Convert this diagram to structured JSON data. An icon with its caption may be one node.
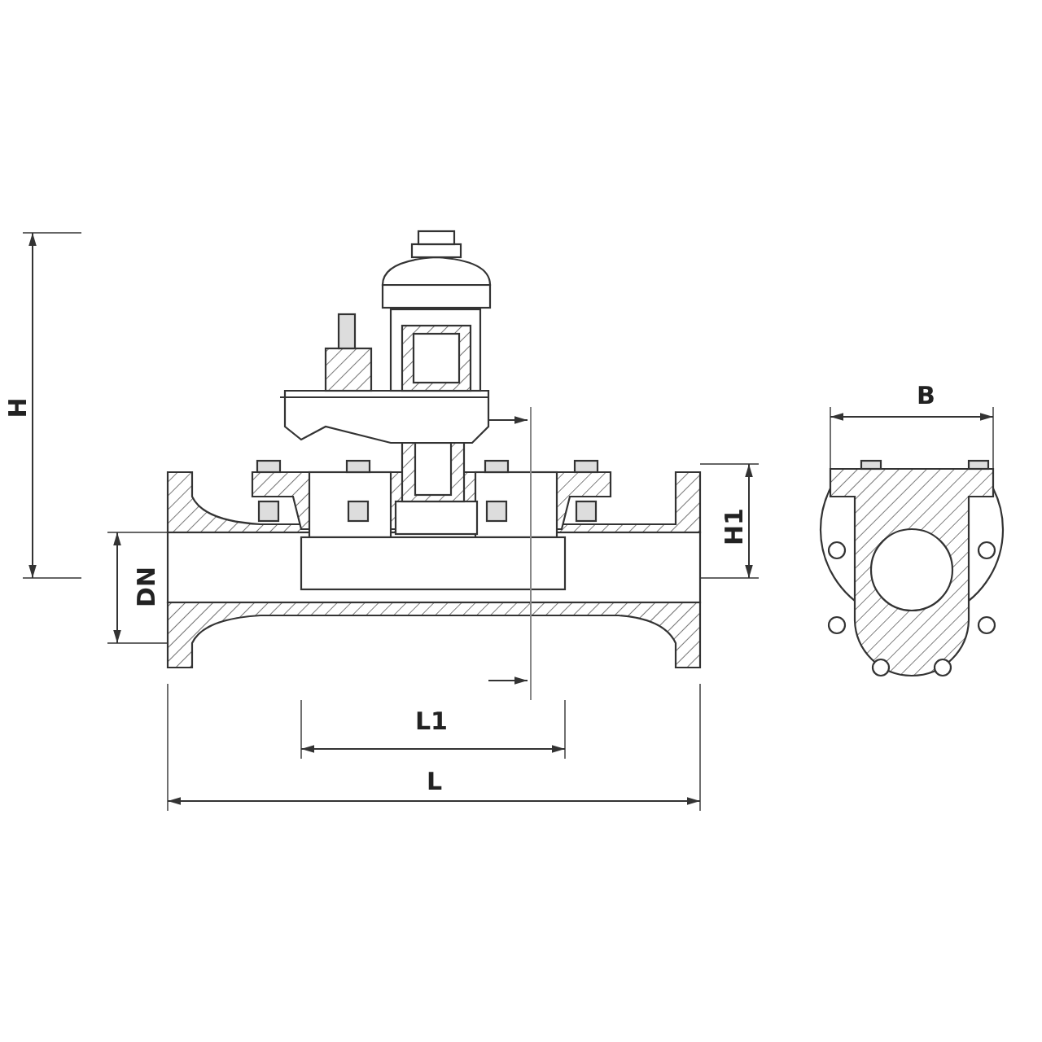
{
  "diagram": {
    "labels": [
      "B",
      "H",
      "H1",
      "DN",
      "L1",
      "L"
    ]
  }
}
